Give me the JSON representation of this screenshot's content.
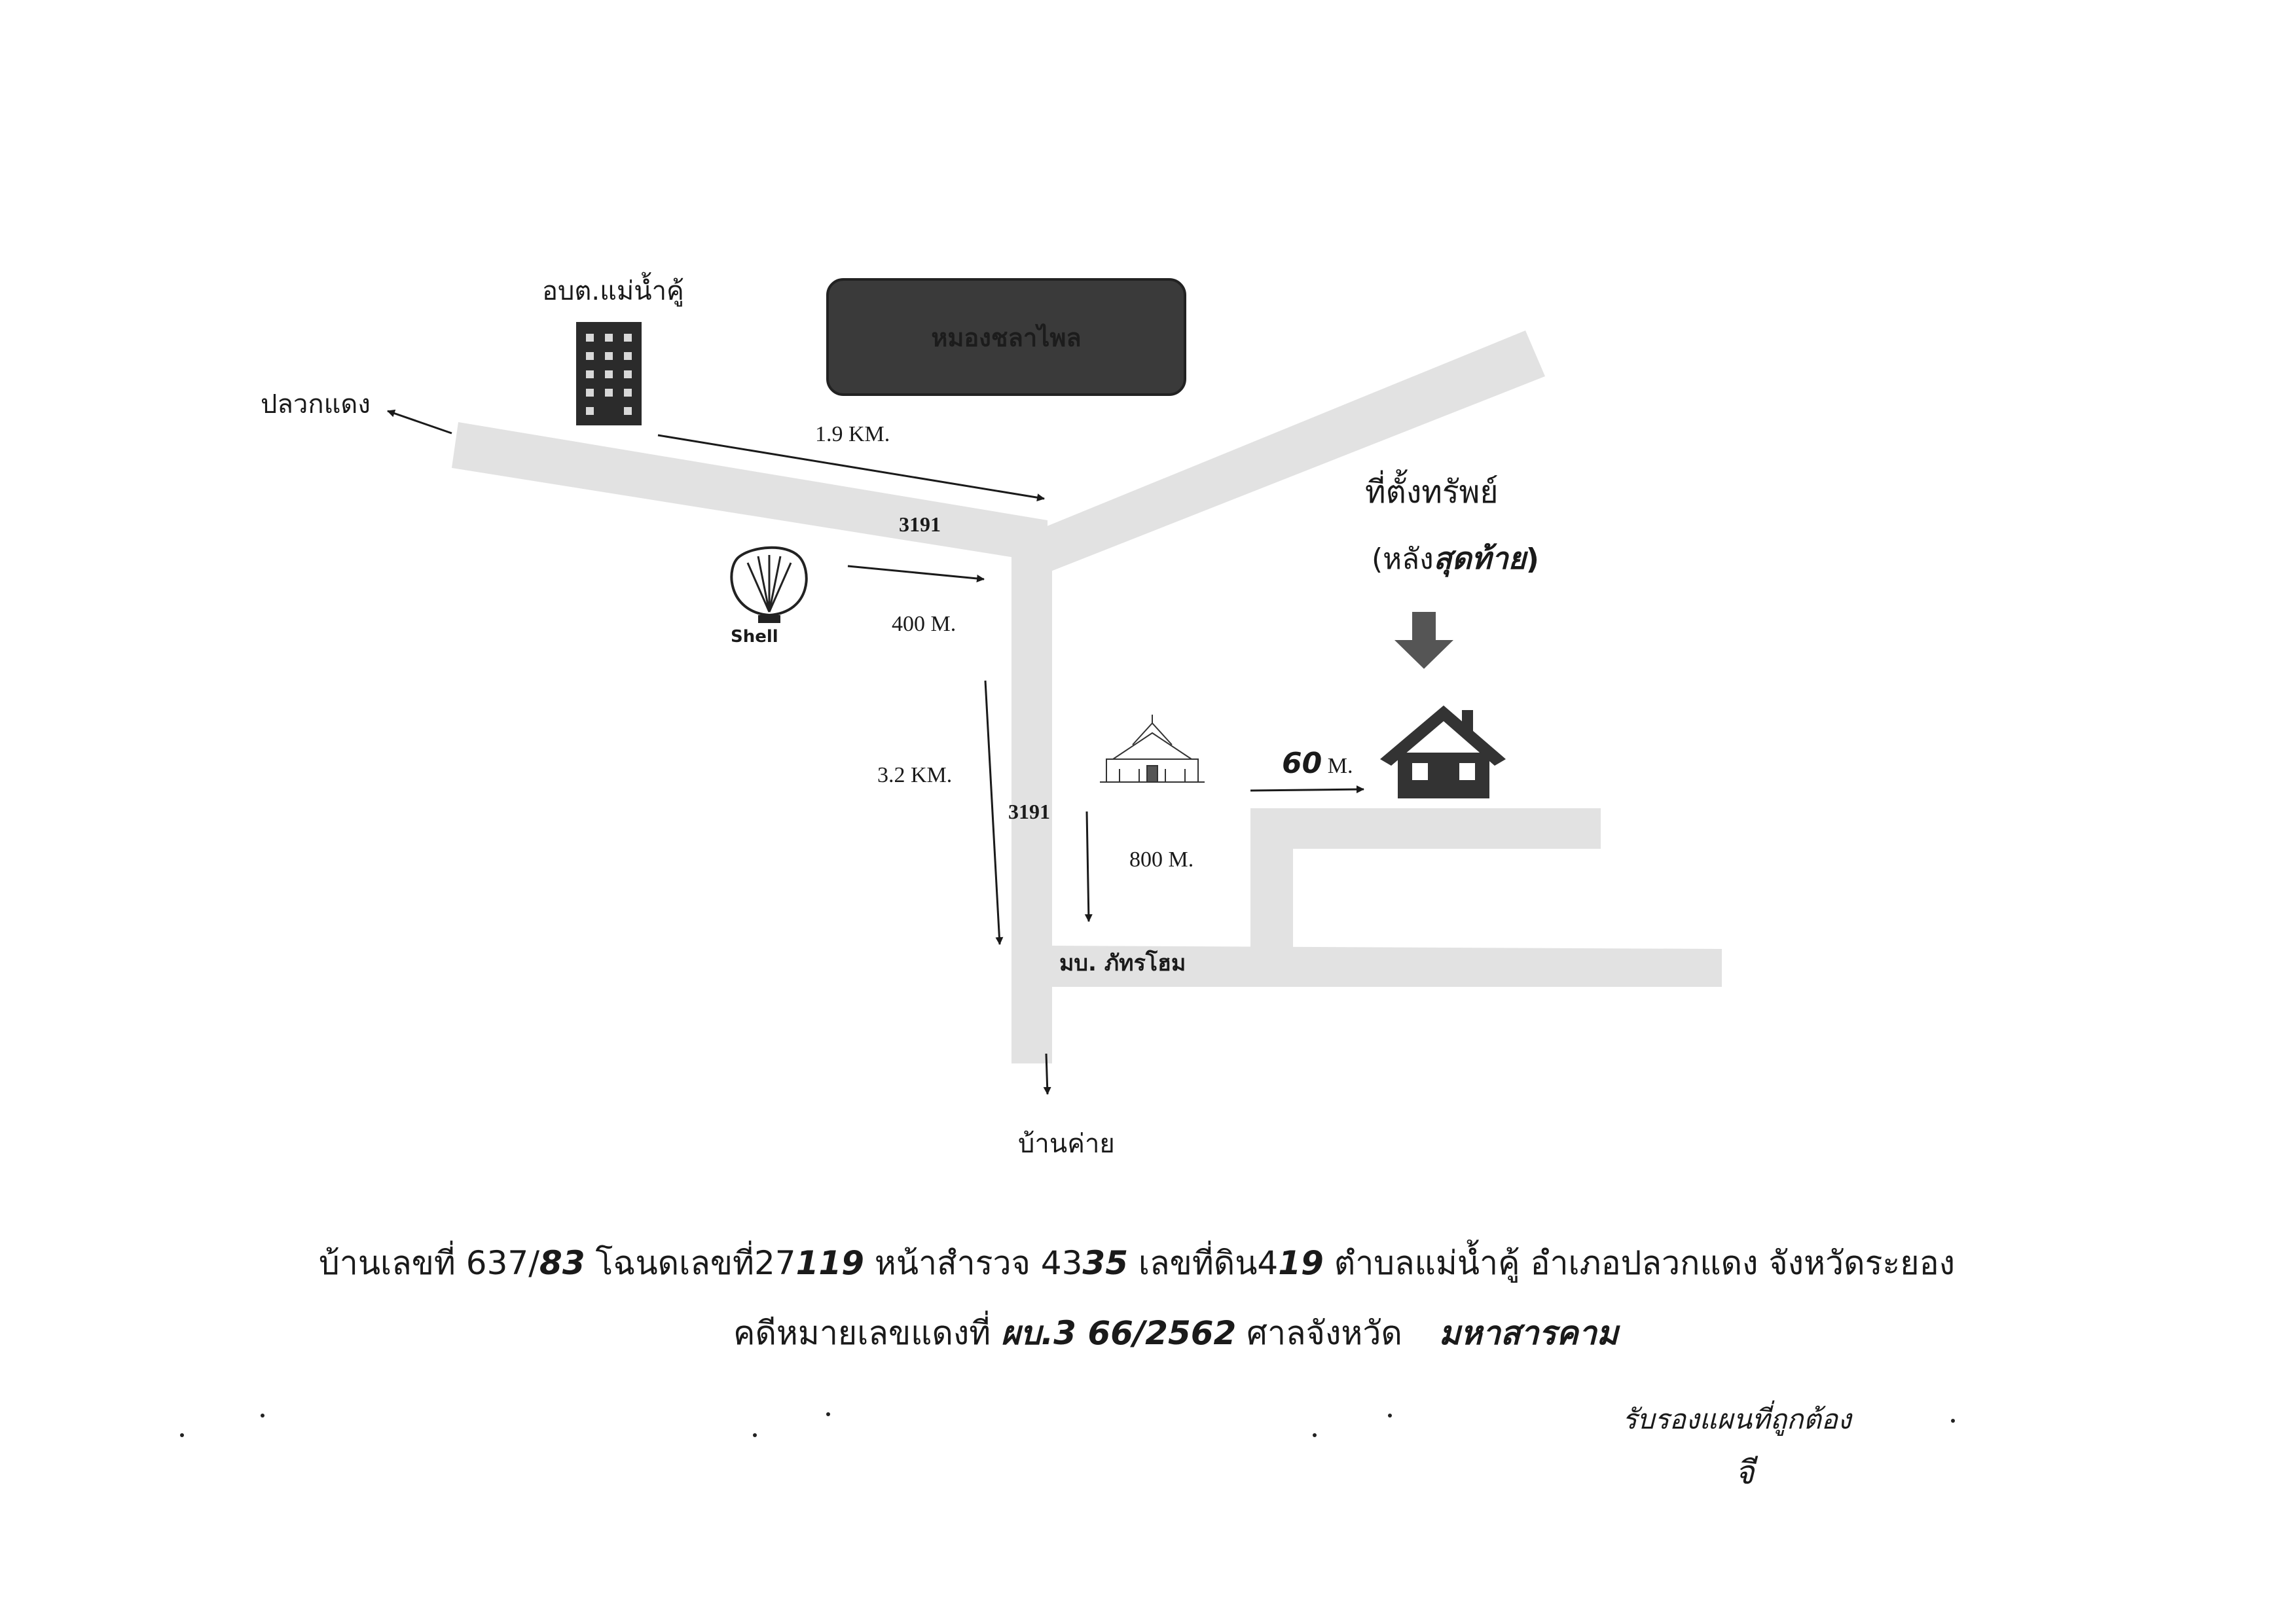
{
  "map": {
    "places": {
      "obt": "อบต.แม่น้ำคู้",
      "pluak_daeng": "ปลวกแดง",
      "ban_khai": "บ้านค่าย",
      "hospital": "หมองชลาไพล",
      "village": "มบ. ภัทรโฮม",
      "shell_brand": "Shell"
    },
    "roads": {
      "road_top": "3191",
      "road_mid": "3191"
    },
    "distances": {
      "d1": "1.9 KM.",
      "d2": "400 M.",
      "d3": "3.2 KM.",
      "d4": "800 M.",
      "d5_num": "60",
      "d5_unit": " M."
    },
    "property": {
      "label": "ที่ตั้งทรัพย์",
      "sub_open": "(หลัง",
      "sub_hand": "สุดท้าย",
      "sub_close": ")"
    }
  },
  "footer": {
    "line1": {
      "a": "บ้านเลขที่ 637/",
      "a_hand": "83",
      "b": " โฉนดเลขที่27",
      "b_hand": "119",
      "c": "  หน้าสำรวจ 43",
      "c_hand": "35",
      "d": " เลขที่ดิน4",
      "d_hand": "19",
      "e": " ตำบลแม่น้ำคู้  อำเภอปลวกแดง จังหวัดระยอง"
    },
    "line2": {
      "a": "คดีหมายเลขแดงที่ ",
      "a_hand": "ผบ.3 66/2562",
      "b": " ศาลจังหวัด ",
      "b_hand": "มหาสารคาม"
    }
  },
  "signature": {
    "line1": "รับรองแผนที่ถูกต้อง",
    "line2": "จี"
  },
  "colors": {
    "road": "#e2e2e2",
    "ink": "#1a1a1a",
    "icon": "#333333",
    "arrow_fill": "#555555"
  }
}
